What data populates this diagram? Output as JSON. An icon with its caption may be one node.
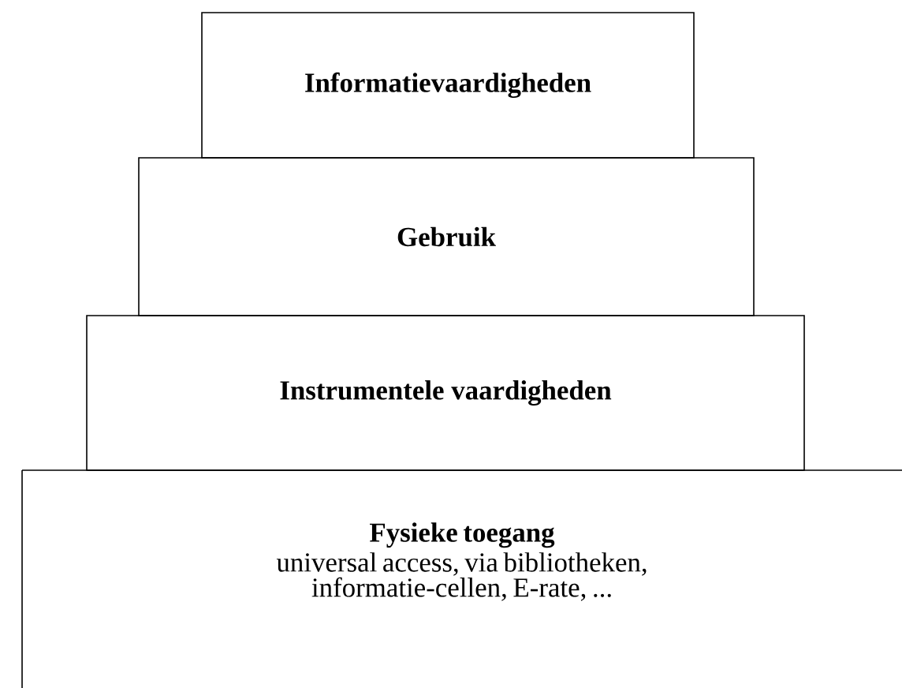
{
  "diagram": {
    "nodes": [
      {
        "text": [
          "Informatievaardigheden"
        ]
      },
      {
        "text": [
          "Gebruik"
        ]
      },
      {
        "text": [
          "Instrumentele vaardigheden"
        ]
      },
      {
        "text": [
          "Fysieke toegang",
          "universal access, via bibliotheken, informatie-cellen, E-rate, ..."
        ]
      }
    ]
  }
}
